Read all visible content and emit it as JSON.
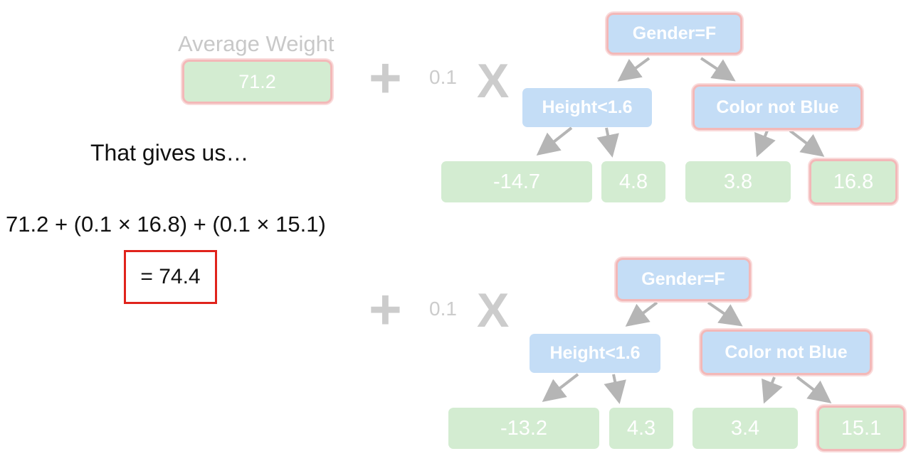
{
  "left": {
    "avg_title": "Average Weight",
    "avg_value": "71.2",
    "caption": "That gives us…",
    "equation": "71.2 + (0.1 × 16.8) + (0.1 × 15.1)",
    "result": "= 74.4"
  },
  "ops": {
    "plus": "+",
    "rate": "0.1",
    "times": "X"
  },
  "tree1": {
    "root": "Gender=F",
    "left": "Height<1.6",
    "right": "Color not Blue",
    "leaves": [
      "-14.7",
      "4.8",
      "3.8",
      "16.8"
    ]
  },
  "tree2": {
    "root": "Gender=F",
    "left": "Height<1.6",
    "right": "Color not Blue",
    "leaves": [
      "-13.2",
      "4.3",
      "3.4",
      "15.1"
    ]
  },
  "colors": {
    "node": "#c4ddf6",
    "leaf": "#d3ecd1",
    "highlight": "#f3b8b8",
    "result_border": "#e0231c",
    "muted": "#cccccc"
  }
}
